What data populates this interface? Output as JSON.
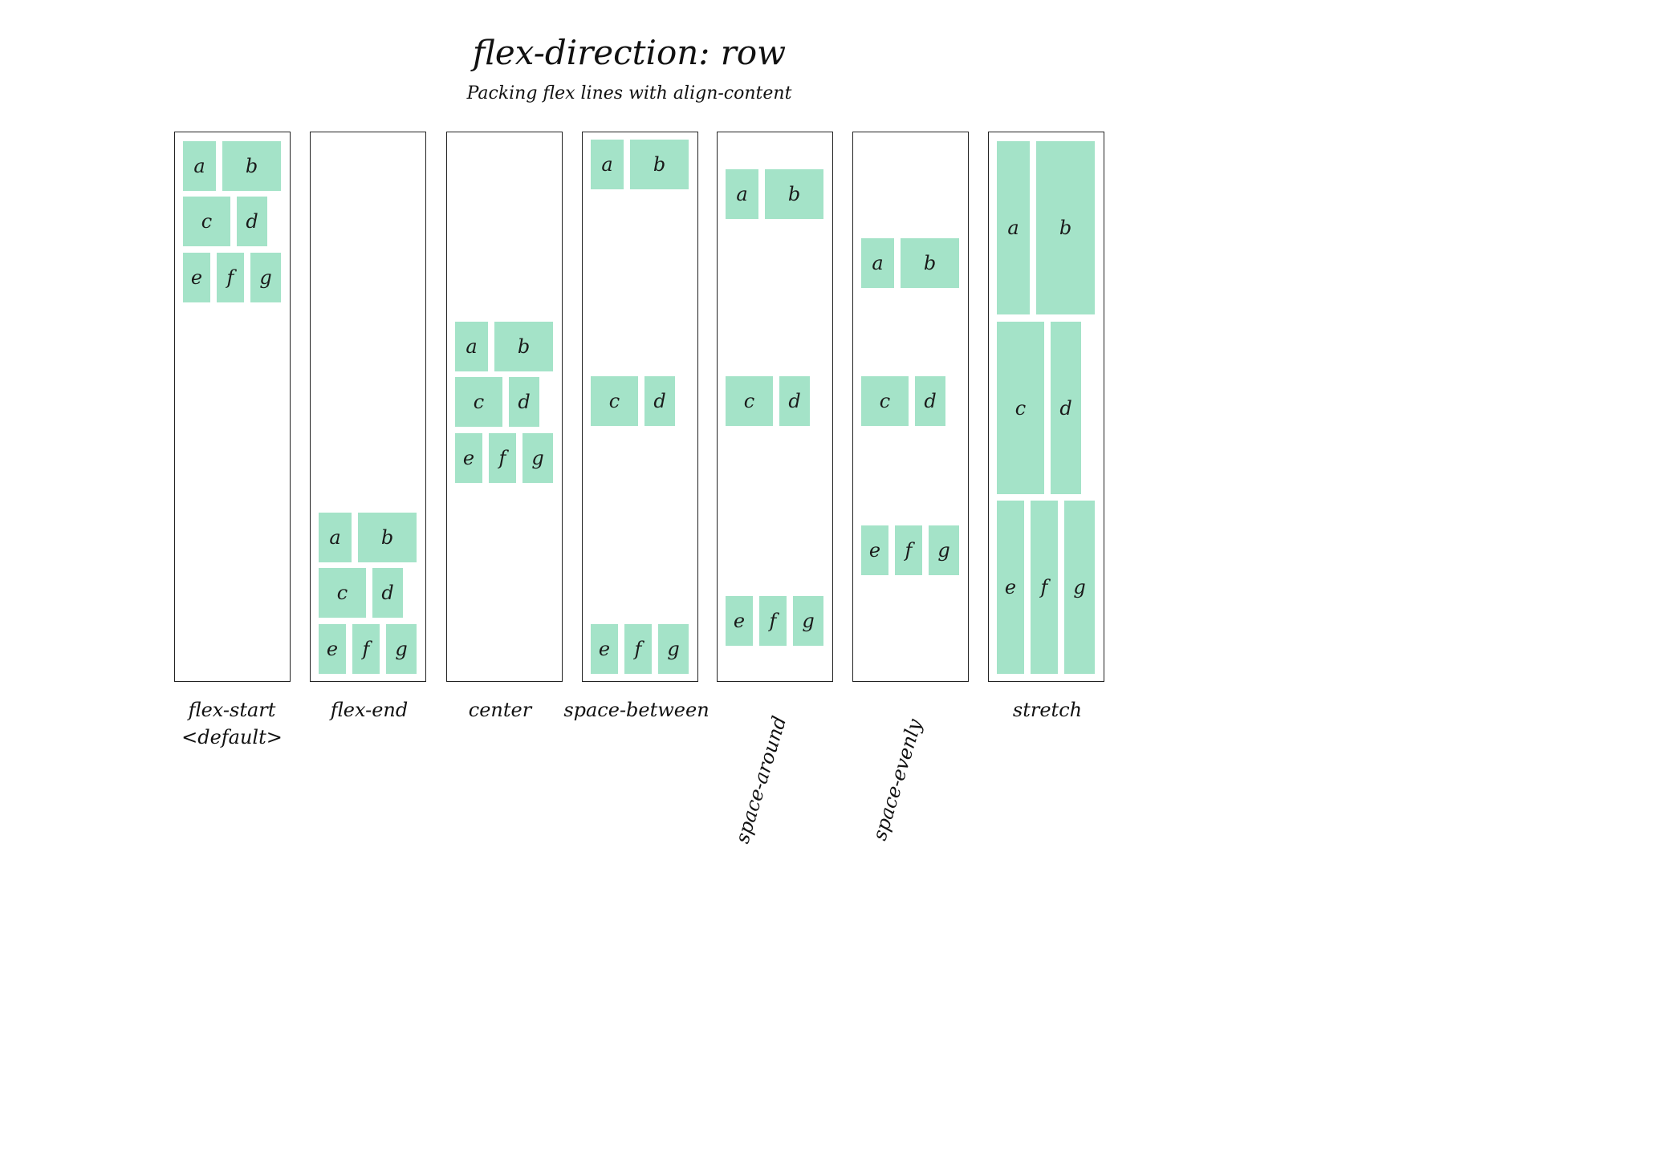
{
  "title": "flex-direction: row",
  "subtitle": "Packing flex lines with align-content",
  "colors": {
    "item_fill": "#a4e3c8",
    "border": "#222222",
    "text": "#111111"
  },
  "panels": [
    {
      "label": "flex-start",
      "label_secondary": "<default>",
      "items": [
        {
          "letter": "a"
        },
        {
          "letter": "b"
        },
        {
          "letter": "c"
        },
        {
          "letter": "d"
        },
        {
          "letter": "e"
        },
        {
          "letter": "f"
        },
        {
          "letter": "g"
        }
      ]
    },
    {
      "label": "flex-end",
      "items": [
        {
          "letter": "a"
        },
        {
          "letter": "b"
        },
        {
          "letter": "c"
        },
        {
          "letter": "d"
        },
        {
          "letter": "e"
        },
        {
          "letter": "f"
        },
        {
          "letter": "g"
        }
      ]
    },
    {
      "label": "center",
      "items": [
        {
          "letter": "a"
        },
        {
          "letter": "b"
        },
        {
          "letter": "c"
        },
        {
          "letter": "d"
        },
        {
          "letter": "e"
        },
        {
          "letter": "f"
        },
        {
          "letter": "g"
        }
      ]
    },
    {
      "label": "space-between",
      "items": [
        {
          "letter": "a"
        },
        {
          "letter": "b"
        },
        {
          "letter": "c"
        },
        {
          "letter": "d"
        },
        {
          "letter": "e"
        },
        {
          "letter": "f"
        },
        {
          "letter": "g"
        }
      ]
    },
    {
      "label": "space-around",
      "items": [
        {
          "letter": "a"
        },
        {
          "letter": "b"
        },
        {
          "letter": "c"
        },
        {
          "letter": "d"
        },
        {
          "letter": "e"
        },
        {
          "letter": "f"
        },
        {
          "letter": "g"
        }
      ]
    },
    {
      "label": "space-evenly",
      "items": [
        {
          "letter": "a"
        },
        {
          "letter": "b"
        },
        {
          "letter": "c"
        },
        {
          "letter": "d"
        },
        {
          "letter": "e"
        },
        {
          "letter": "f"
        },
        {
          "letter": "g"
        }
      ]
    },
    {
      "label": "stretch",
      "items": [
        {
          "letter": "a"
        },
        {
          "letter": "b"
        },
        {
          "letter": "c"
        },
        {
          "letter": "d"
        },
        {
          "letter": "e"
        },
        {
          "letter": "f"
        },
        {
          "letter": "g"
        }
      ]
    }
  ]
}
